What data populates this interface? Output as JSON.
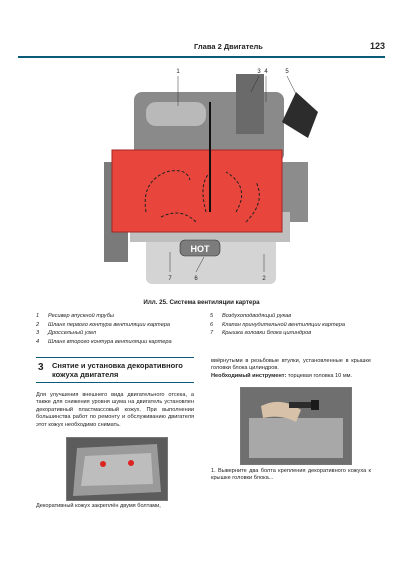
{
  "header": {
    "title": "Глава 2 Двигатель",
    "page": "123"
  },
  "figure": {
    "callouts": [
      "1",
      "3",
      "4",
      "5",
      "7",
      "6",
      "2"
    ],
    "hot_label": "HOT",
    "caption": "Илл. 25. Система вентиляции картера"
  },
  "legend": {
    "left": [
      {
        "n": "1",
        "text": "Ресивер впускной трубы"
      },
      {
        "n": "2",
        "text": "Шланг первого контура вентиляции картера"
      },
      {
        "n": "3",
        "text": "Дроссельный узел"
      },
      {
        "n": "4",
        "text": "Шланг второго контура вентиляции картера"
      }
    ],
    "right": [
      {
        "n": "5",
        "text": "Воздухоподводящий рукав"
      },
      {
        "n": "6",
        "text": "Клапан принудительной вентиляции картера"
      },
      {
        "n": "7",
        "text": "Крышка головки блока цилиндров"
      }
    ]
  },
  "section": {
    "number": "3",
    "title": "Снятие и установка декоративного кожуха двигателя"
  },
  "paragraphs": {
    "p1": "Для улучшения внешнего вида двигательного отсека, а также для снижения уровня шума на двигатель установлен декоративный пластмассовый кожух. При выполнении большинства работ по ремонту и обслуживанию двигателя этот кожух необходимо снимать.",
    "p2": "Декоративный кожух закреплён двумя болтами,",
    "p3": "ввёрнутыми в резьбовые втулки, установленные в крышке головки блока цилиндров.",
    "tool_label": "Необходимый инструмент:",
    "tool_text": " торцевая головка 10 мм.",
    "p4": "1. Выверните два болта крепления декоративного кожуха к крышке головки блока..."
  }
}
